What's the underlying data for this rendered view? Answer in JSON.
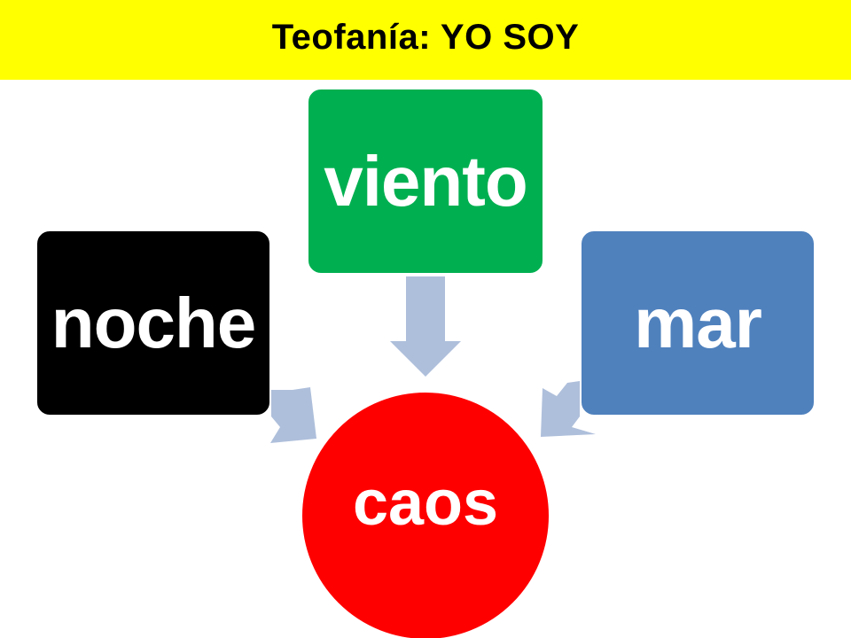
{
  "title": "Teofanía: YO SOY",
  "colors": {
    "title_background": "#ffff00",
    "arrow": "#aebfdb",
    "noche": "#000000",
    "viento": "#00b050",
    "mar": "#4f81bd",
    "caos": "#ff0000"
  },
  "nodes": {
    "noche": "noche",
    "viento": "viento",
    "mar": "mar",
    "caos": "caos"
  }
}
